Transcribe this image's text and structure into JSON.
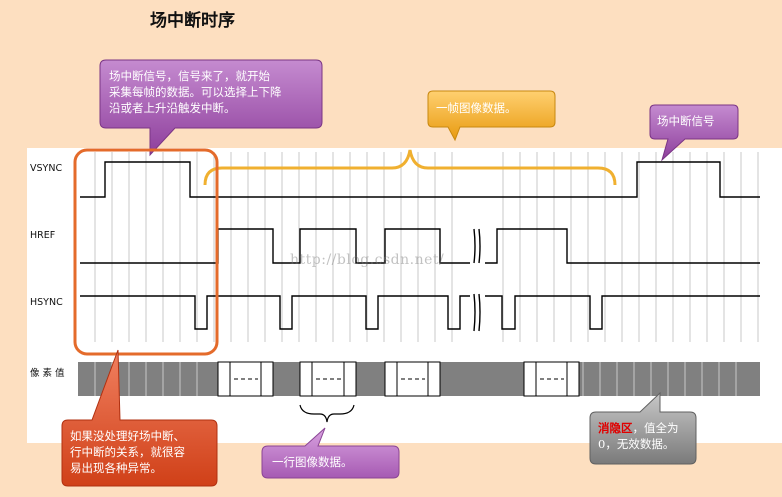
{
  "title": "场中断时序",
  "signals": {
    "vsync": "VSYNC",
    "href": "HREF",
    "hsync": "HSYNC",
    "pixel": "像 素 值"
  },
  "callouts": {
    "top_left": [
      "场中断信号，信号来了，就开始",
      "采集每帧的数据。可以选择上下降",
      "沿或者上升沿触发中断。"
    ],
    "frame": "一帧图像数据。",
    "vsync_signal": "场中断信号",
    "bottom_left": [
      "如果没处理好场中断、",
      "行中断的关系，就很容",
      "易出现各种异常。"
    ],
    "line": "一行图像数据。",
    "blanking_highlight": "消隐区",
    "blanking_rest_1": "，值全为",
    "blanking_rest_2": "0，无效数据。"
  },
  "watermark": "http://blog.csdn.net/",
  "colors": {
    "background": "#fddfc0",
    "purple_bubble": "#9b4fa8",
    "orange_bubble": "#f0a91c",
    "red_bubble": "#e05028",
    "gray_bubble": "#8f8f8f",
    "highlight_box": "#e46b2b",
    "brace": "#f0b030",
    "blanking_red": "#e00000"
  }
}
